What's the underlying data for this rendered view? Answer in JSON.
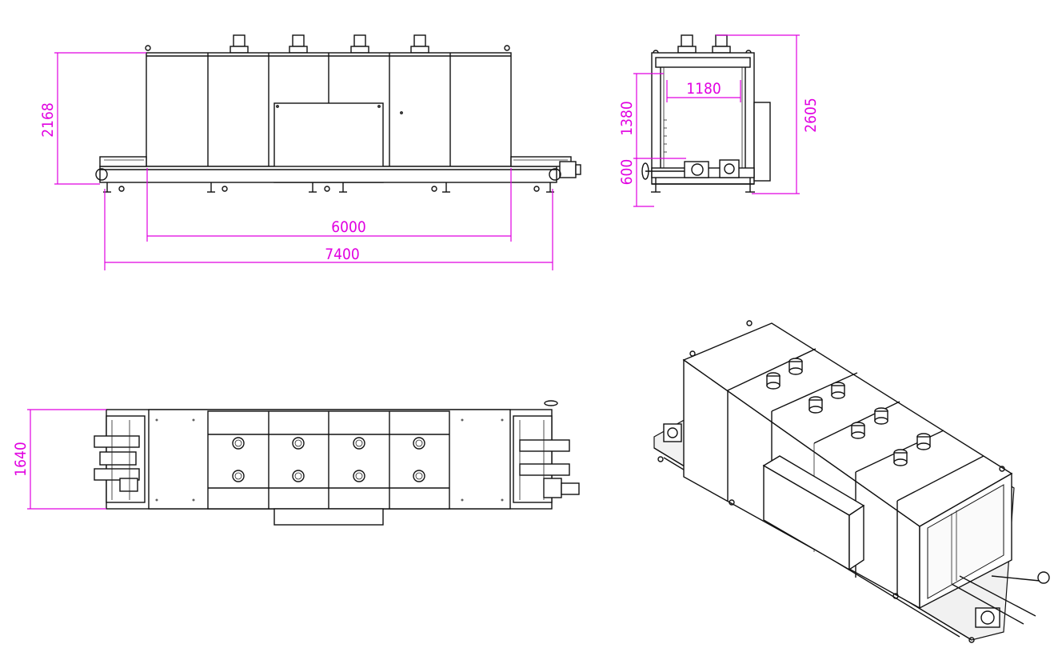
{
  "colors": {
    "dimension": "#e100e1",
    "line": "#111111",
    "background": "#ffffff"
  },
  "front_view": {
    "height_label": "2168",
    "inner_width_label": "6000",
    "overall_width_label": "7400"
  },
  "side_view": {
    "opening_width_label": "1180",
    "opening_height_label": "1380",
    "conveyor_height_label": "600",
    "overall_height_label": "2605"
  },
  "top_view": {
    "width_label": "1640"
  },
  "iso_view": {}
}
